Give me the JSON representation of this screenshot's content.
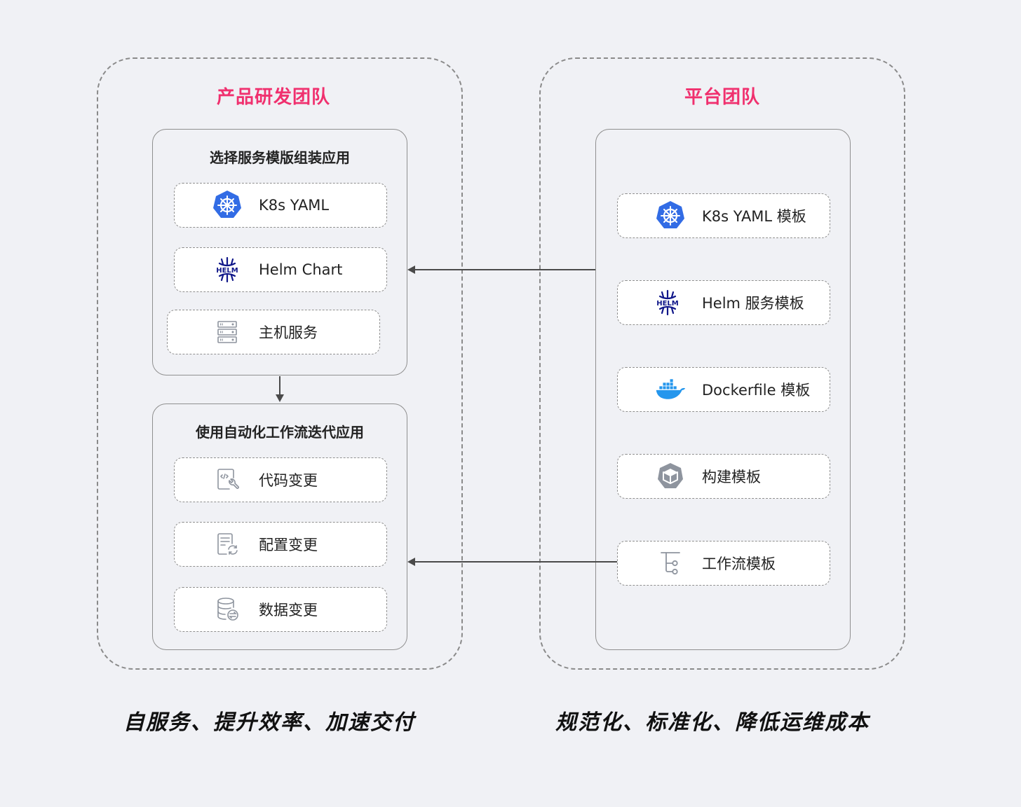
{
  "left_team": {
    "title": "产品研发团队",
    "assemble_card": {
      "title": "选择服务模版组装应用",
      "items": [
        {
          "label": "K8s YAML",
          "icon": "kubernetes-icon"
        },
        {
          "label": "Helm Chart",
          "icon": "helm-icon"
        },
        {
          "label": "主机服务",
          "icon": "server-icon"
        }
      ]
    },
    "workflow_card": {
      "title": "使用自动化工作流迭代应用",
      "items": [
        {
          "label": "代码变更",
          "icon": "code-change-icon"
        },
        {
          "label": "配置变更",
          "icon": "config-change-icon"
        },
        {
          "label": "数据变更",
          "icon": "data-change-icon"
        }
      ]
    },
    "caption": "自服务、提升效率、加速交付"
  },
  "right_team": {
    "title": "平台团队",
    "templates_card": {
      "items": [
        {
          "label": "K8s YAML 模板",
          "icon": "kubernetes-icon"
        },
        {
          "label": "Helm 服务模板",
          "icon": "helm-icon"
        },
        {
          "label": "Dockerfile 模板",
          "icon": "docker-icon"
        },
        {
          "label": "构建模板",
          "icon": "build-cube-icon"
        },
        {
          "label": "工作流模板",
          "icon": "workflow-icon"
        }
      ]
    },
    "caption": "规范化、标准化、降低运维成本"
  },
  "colors": {
    "team_title": "#f0306e",
    "kubernetes": "#326ce5",
    "helm": "#0f1689",
    "docker": "#2496ed",
    "icon_gray": "#8e949e"
  }
}
